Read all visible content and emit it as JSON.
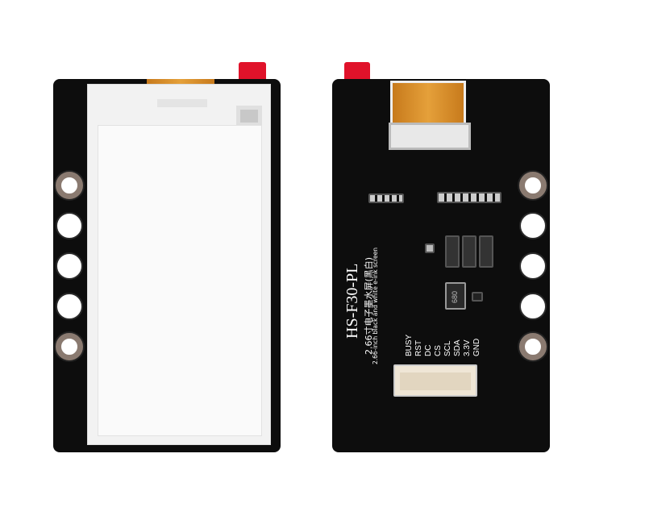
{
  "product": {
    "model": "HS-F30-PL",
    "title_cn": "2.66寸电子墨水屏(黑白)",
    "title_en": "2.66-inch black and white e-ink screen",
    "inductor_marking": "680",
    "pins": [
      "BUSY",
      "RST",
      "DC",
      "CS",
      "SCL",
      "SDA",
      "3.3V",
      "GND"
    ]
  },
  "colors": {
    "board": "#0d0d0d",
    "tab": "#e0122a",
    "flex": "#d9902e"
  }
}
